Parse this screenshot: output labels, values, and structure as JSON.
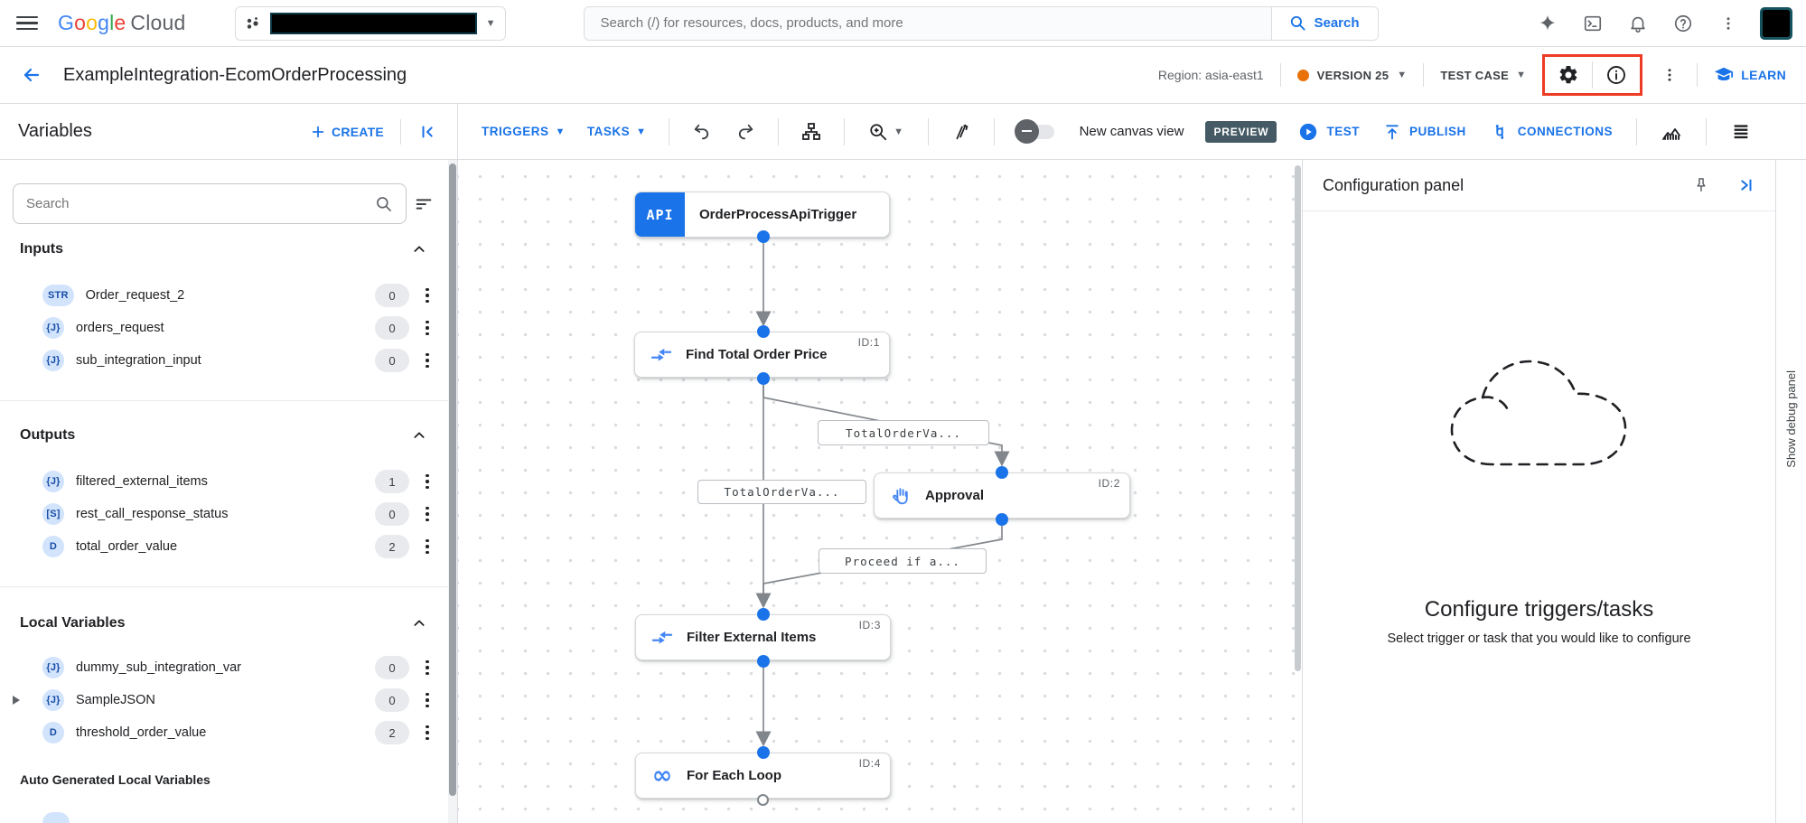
{
  "topbar": {
    "logo_google": "Google",
    "logo_cloud": "Cloud",
    "search_placeholder": "Search (/) for resources, docs, products, and more",
    "search_button": "Search"
  },
  "header": {
    "title": "ExampleIntegration-EcomOrderProcessing",
    "region_label": "Region: asia-east1",
    "version_label": "VERSION 25",
    "test_case_label": "TEST CASE",
    "learn_label": "LEARN"
  },
  "toolbar": {
    "variables_title": "Variables",
    "create_label": "CREATE",
    "triggers_label": "TRIGGERS",
    "tasks_label": "TASKS",
    "canvas_toggle_label": "New canvas view",
    "preview_badge": "PREVIEW",
    "test_label": "TEST",
    "publish_label": "PUBLISH",
    "connections_label": "CONNECTIONS"
  },
  "sidebar": {
    "search_placeholder": "Search",
    "sections": [
      {
        "title": "Inputs",
        "items": [
          {
            "type": "STR",
            "name": "Order_request_2",
            "count": "0"
          },
          {
            "type": "{J}",
            "name": "orders_request",
            "count": "0"
          },
          {
            "type": "{J}",
            "name": "sub_integration_input",
            "count": "0"
          }
        ]
      },
      {
        "title": "Outputs",
        "items": [
          {
            "type": "{J}",
            "name": "filtered_external_items",
            "count": "1"
          },
          {
            "type": "[S]",
            "name": "rest_call_response_status",
            "count": "0"
          },
          {
            "type": "D",
            "name": "total_order_value",
            "count": "2"
          }
        ]
      },
      {
        "title": "Local Variables",
        "items": [
          {
            "type": "{J}",
            "name": "dummy_sub_integration_var",
            "count": "0"
          },
          {
            "type": "{J}",
            "name": "SampleJSON",
            "count": "0"
          },
          {
            "type": "D",
            "name": "threshold_order_value",
            "count": "2"
          }
        ]
      }
    ],
    "auto_generated_title": "Auto Generated Local Variables"
  },
  "canvas": {
    "nodes": [
      {
        "badge": "API",
        "title": "OrderProcessApiTrigger",
        "id": ""
      },
      {
        "title": "Find Total Order Price",
        "id": "ID:1"
      },
      {
        "title": "Approval",
        "id": "ID:2"
      },
      {
        "title": "Filter External Items",
        "id": "ID:3"
      },
      {
        "title": "For Each Loop",
        "id": "ID:4"
      }
    ],
    "edge_labels": [
      "TotalOrderVa...",
      "TotalOrderVa...",
      "Proceed if a..."
    ]
  },
  "config_panel": {
    "title": "Configuration panel",
    "empty_title": "Configure triggers/tasks",
    "empty_subtitle": "Select trigger or task that you would like to configure"
  },
  "debug_strip": {
    "label": "Show debug panel"
  },
  "colors": {
    "accent_blue": "#1a73e8",
    "node_icon_blue": "#4285f4",
    "highlight_red": "#ee3b24",
    "version_dot_orange": "#e8710a",
    "preview_badge_bg": "#455a64"
  }
}
